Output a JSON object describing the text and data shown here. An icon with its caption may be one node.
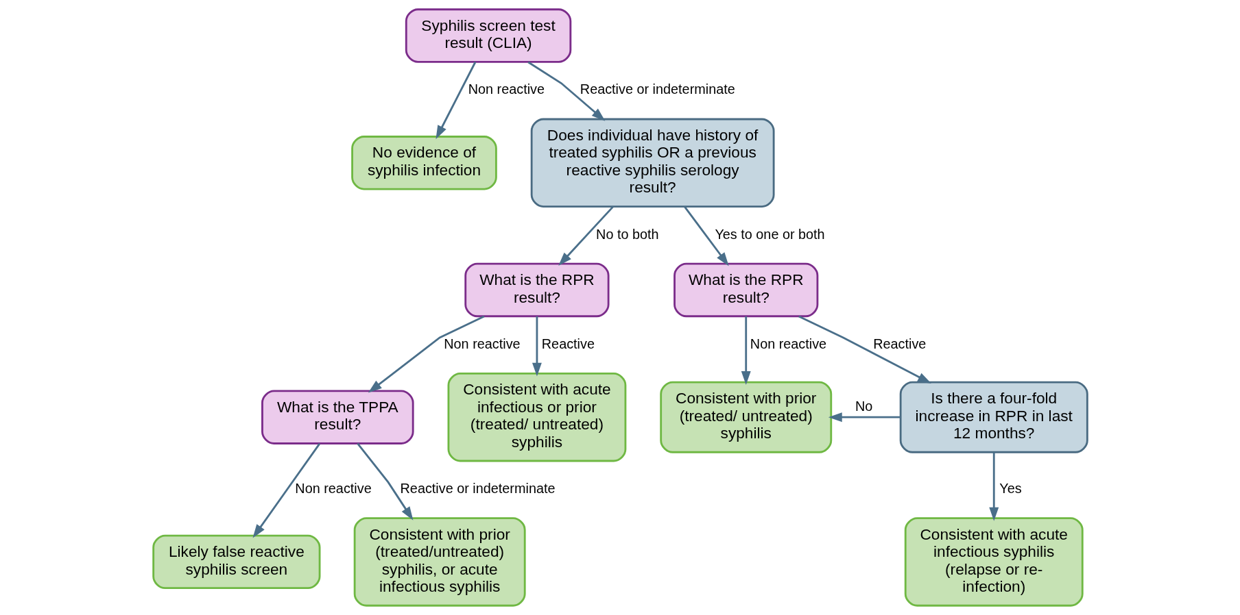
{
  "diagram": {
    "nodes": [
      {
        "text": [
          "Syphilis screen test result (CLIA)"
        ]
      },
      {
        "text": [
          "No evidence of syphilis infection"
        ]
      },
      {
        "text": [
          "Does individual have history of treated syphilis OR a previous reactive syphilis serology result?"
        ]
      },
      {
        "text": [
          "What is the RPR result?"
        ]
      },
      {
        "text": [
          "What is the RPR result?"
        ]
      },
      {
        "text": [
          "What is the TPPA result?"
        ]
      },
      {
        "text": [
          "Consistent with acute infectious or prior (treated/ untreated) syphilis"
        ]
      },
      {
        "text": [
          "Consistent with prior (treated/ untreated) syphilis"
        ]
      },
      {
        "text": [
          "Is there a four-fold increase in RPR in last 12 months?"
        ]
      },
      {
        "text": [
          "Likely false reactive syphilis screen"
        ]
      },
      {
        "text": [
          "Consistent with prior (treated/untreated) syphilis, or acute infectious syphilis"
        ]
      },
      {
        "text": [
          "Consistent with acute infectious syphilis (relapse or re-infection)"
        ]
      }
    ],
    "edges": [
      {
        "from": 0,
        "to": 1,
        "arrow": "to",
        "label": "Non reactive"
      },
      {
        "from": 0,
        "to": 2,
        "arrow": "to",
        "label": "Reactive or indeterminate"
      },
      {
        "from": 2,
        "to": 3,
        "arrow": "to",
        "label": "No to both"
      },
      {
        "from": 2,
        "to": 4,
        "arrow": "to",
        "label": "Yes to one or both"
      },
      {
        "from": 3,
        "to": 5,
        "arrow": "to",
        "label": "Non reactive"
      },
      {
        "from": 3,
        "to": 6,
        "arrow": "to",
        "label": "Reactive"
      },
      {
        "from": 4,
        "to": 7,
        "arrow": "to",
        "label": "Non reactive"
      },
      {
        "from": 4,
        "to": 8,
        "arrow": "to",
        "label": "Reactive"
      },
      {
        "from": 8,
        "to": 7,
        "arrow": "to",
        "label": "No"
      },
      {
        "from": 5,
        "to": 9,
        "arrow": "to",
        "label": "Non reactive"
      },
      {
        "from": 5,
        "to": 10,
        "arrow": "to",
        "label": "Reactive or indeterminate"
      },
      {
        "from": 8,
        "to": 11,
        "arrow": "to",
        "label": "Yes"
      }
    ]
  }
}
